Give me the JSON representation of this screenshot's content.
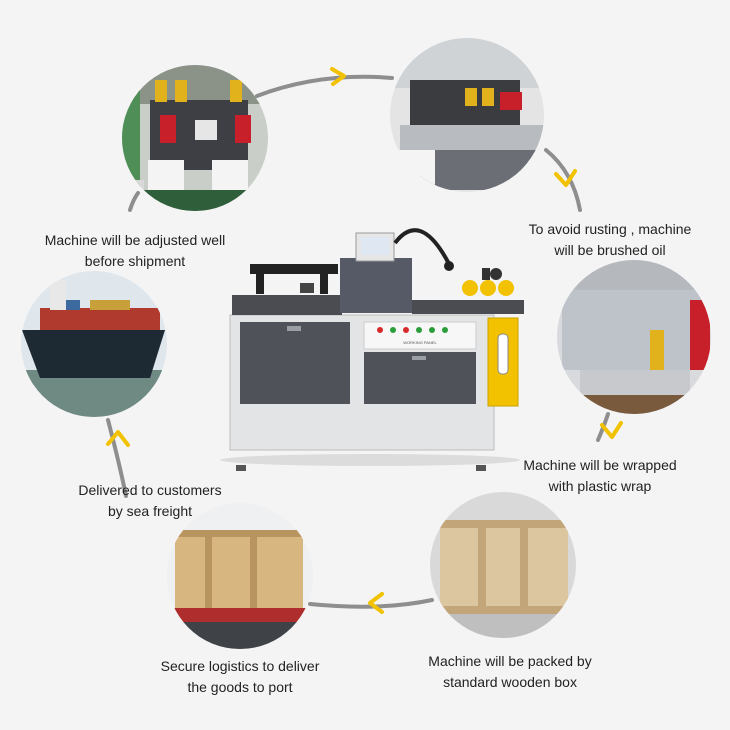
{
  "steps": [
    {
      "id": "adjusted",
      "line1": "Machine will be adjusted well",
      "line2": "before shipment"
    },
    {
      "id": "oil",
      "line1": "To avoid rusting , machine",
      "line2": "will be brushed oil"
    },
    {
      "id": "wrapped",
      "line1": "Machine will be wrapped",
      "line2": "with plastic wrap"
    },
    {
      "id": "packed",
      "line1": "Machine will be packed by",
      "line2": "standard wooden box"
    },
    {
      "id": "logistics",
      "line1": "Secure logistics to deliver",
      "line2": "the goods to port"
    },
    {
      "id": "sea",
      "line1": "Delivered to customers",
      "line2": "by sea freight"
    }
  ],
  "colors": {
    "arrow": "#f2c200",
    "path": "#8e8e8e",
    "background": "#f4f4f4"
  },
  "panel_text": "WORKING PANEL"
}
